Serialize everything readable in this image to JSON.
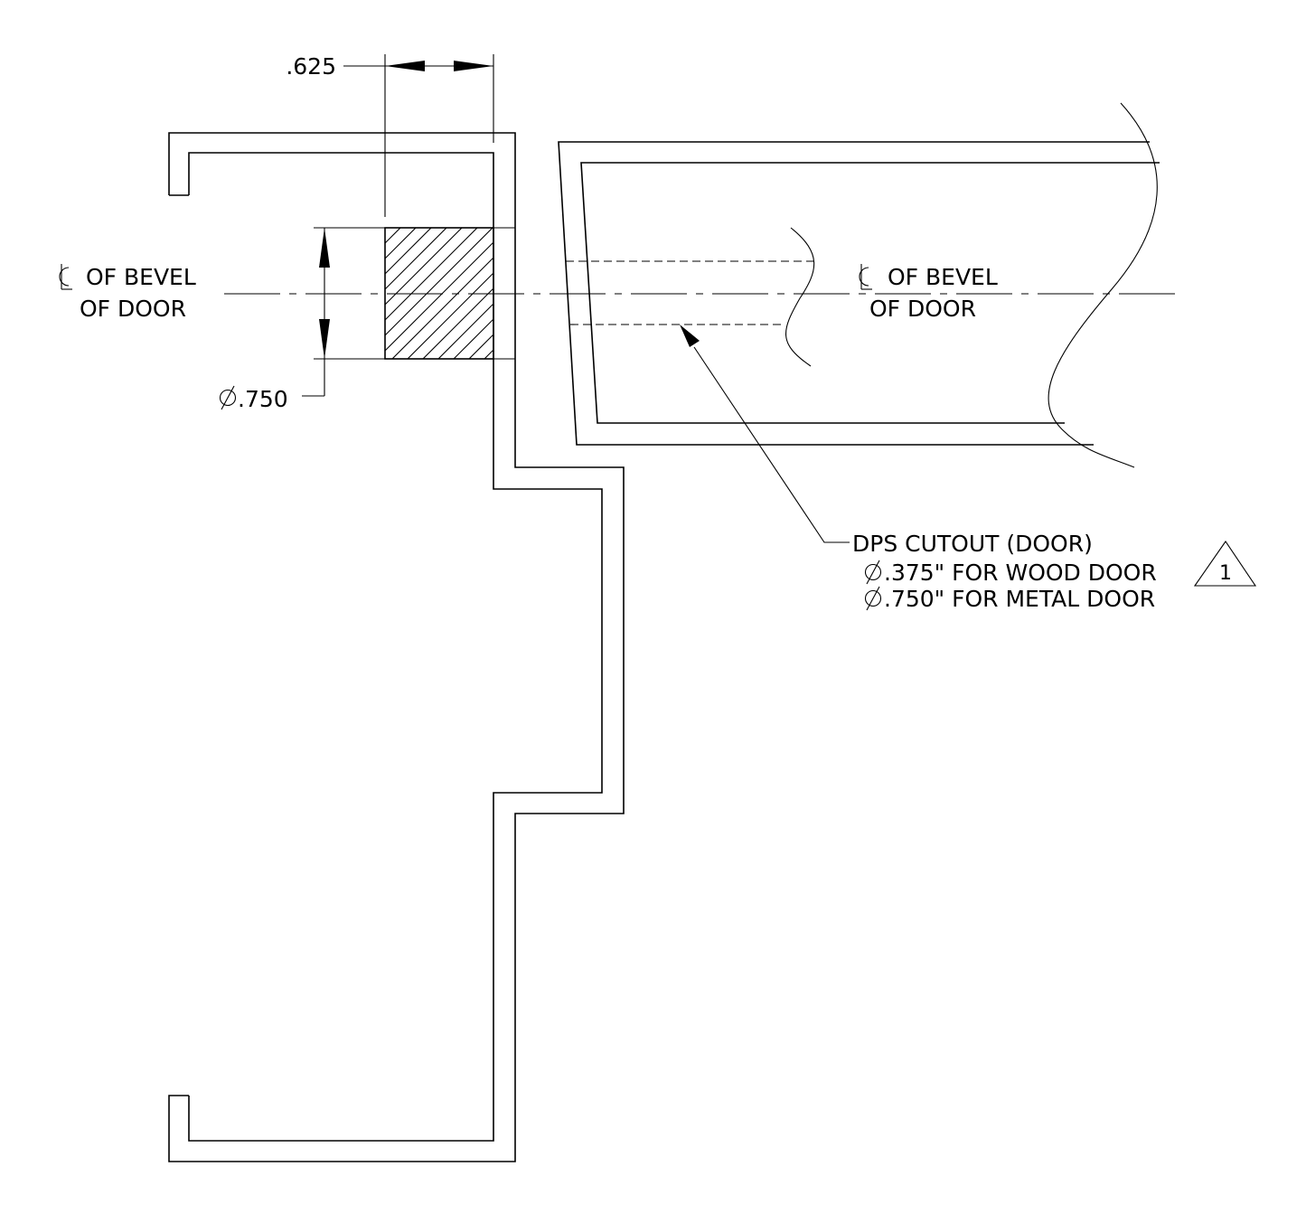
{
  "annotations": {
    "dim_top": ".625",
    "dim_side": ".750",
    "centerline_left": {
      "line1": "OF BEVEL",
      "line2": "OF DOOR"
    },
    "centerline_right": {
      "line1": "OF BEVEL",
      "line2": "OF DOOR"
    },
    "note": {
      "line1": "DPS CUTOUT  (DOOR)",
      "line2": ".375\" FOR WOOD DOOR",
      "line3": ".750\" FOR METAL DOOR"
    },
    "revision": "1"
  },
  "symbols": {
    "centerline": "centerline-icon",
    "diameter": "diameter-icon",
    "revision": "revision-triangle-icon"
  }
}
